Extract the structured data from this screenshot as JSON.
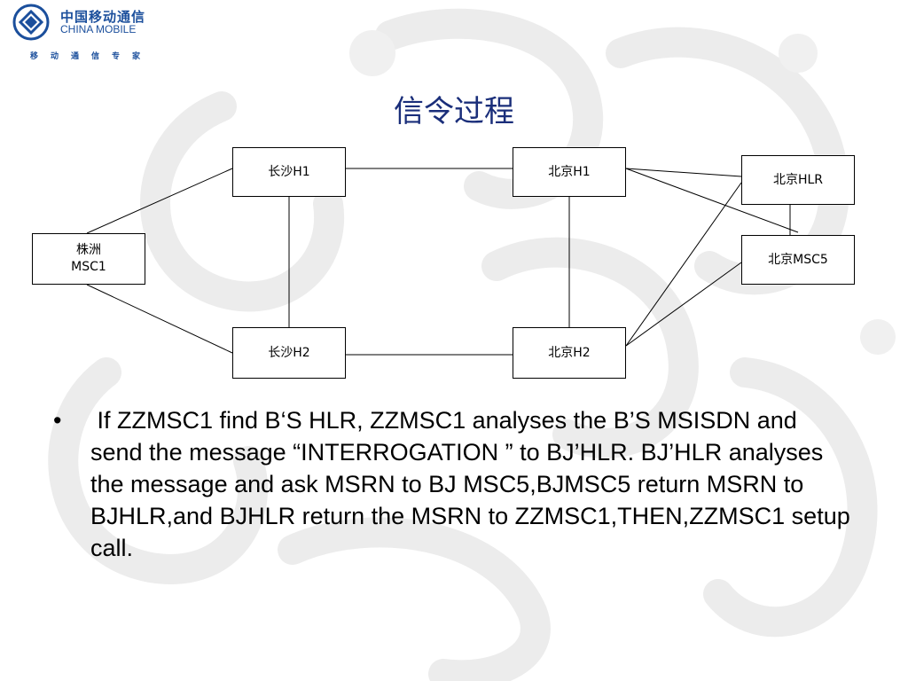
{
  "logo": {
    "name_cn": "中国移动通信",
    "name_en": "CHINA MOBILE",
    "tagline": "移动通信专家"
  },
  "title": "信令过程",
  "nodes": {
    "cs_h1": "长沙H1",
    "bj_h1": "北京H1",
    "bj_hlr": "北京HLR",
    "zz_msc1_line1": "株洲",
    "zz_msc1_line2": "MSC1",
    "bj_msc5": "北京MSC5",
    "cs_h2": "长沙H2",
    "bj_h2": "北京H2"
  },
  "bullet": {
    "marker": "•",
    "text": " If ZZMSC1 find B‘S HLR, ZZMSC1 analyses the B’S MSISDN and send the message “INTERROGATION ” to BJ’HLR. BJ’HLR analyses the message and ask MSRN to BJ MSC5,BJMSC5 return MSRN to BJHLR,and BJHLR return the MSRN to ZZMSC1,THEN,ZZMSC1 setup call."
  },
  "colors": {
    "brand_blue": "#1b4f9c",
    "title_blue": "#1a2e7a",
    "watermark_gray": "#ebebeb"
  }
}
